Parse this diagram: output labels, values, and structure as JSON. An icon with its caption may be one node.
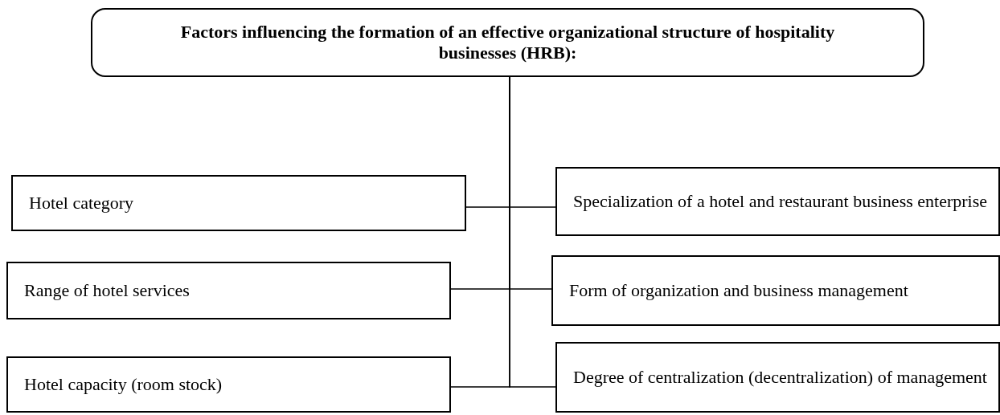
{
  "diagram": {
    "nodes": [
      {
        "text": [
          "Factors influencing the formation of an effective organizational structure of hospitality businesses (HRB):"
        ]
      },
      {
        "text": [
          "Hotel category"
        ]
      },
      {
        "text": [
          "Specialization of a hotel and restaurant business enterprise"
        ]
      },
      {
        "text": [
          "Range of hotel services"
        ]
      },
      {
        "text": [
          "Form of organization and business management"
        ]
      },
      {
        "text": [
          "Hotel capacity (room stock)"
        ]
      },
      {
        "text": [
          "Degree of centralization (decentralization) of management"
        ]
      }
    ],
    "edges": [
      {
        "from": 0,
        "to": 1,
        "arrow": "none"
      },
      {
        "from": 0,
        "to": 2,
        "arrow": "none"
      },
      {
        "from": 0,
        "to": 3,
        "arrow": "none"
      },
      {
        "from": 0,
        "to": 4,
        "arrow": "none"
      },
      {
        "from": 0,
        "to": 5,
        "arrow": "none"
      },
      {
        "from": 0,
        "to": 6,
        "arrow": "none"
      }
    ]
  }
}
